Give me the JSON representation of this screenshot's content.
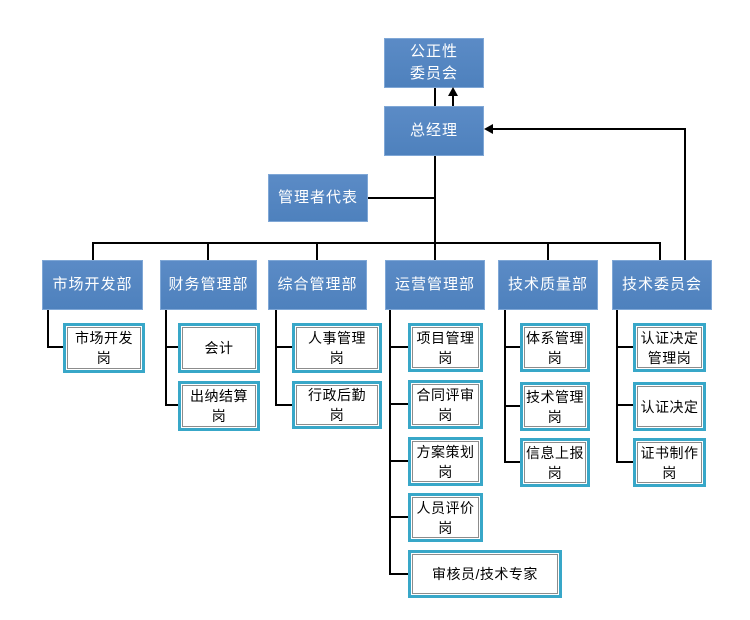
{
  "palette": {
    "node_fill": "#4E81BD",
    "node_fill_light": "#5B8BC6",
    "node_border": "#7FA7D6",
    "node_text": "#FFFFFF",
    "sub_border": "#38A7C8",
    "sub_inner_border": "#8C8C8C",
    "sub_fill": "#FFFFFF",
    "sub_text": "#000000",
    "line": "#000000",
    "background": "#FFFFFF"
  },
  "org": {
    "impartiality": {
      "label": "公正性\n委员会"
    },
    "general_manager": {
      "label": "总经理"
    },
    "management_rep": {
      "label": "管理者代表"
    },
    "departments": [
      {
        "label": "市场开发部",
        "children": [
          {
            "label": "市场开发\n岗"
          }
        ]
      },
      {
        "label": "财务管理部",
        "children": [
          {
            "label": "会计"
          },
          {
            "label": "出纳结算\n岗"
          }
        ]
      },
      {
        "label": "综合管理部",
        "children": [
          {
            "label": "人事管理\n岗"
          },
          {
            "label": "行政后勤\n岗"
          }
        ]
      },
      {
        "label": "运营管理部",
        "children": [
          {
            "label": "项目管理\n岗"
          },
          {
            "label": "合同评审\n岗"
          },
          {
            "label": "方案策划\n岗"
          },
          {
            "label": "人员评价\n岗"
          },
          {
            "label": "审核员/技术专家"
          }
        ]
      },
      {
        "label": "技术质量部",
        "children": [
          {
            "label": "体系管理\n岗"
          },
          {
            "label": "技术管理\n岗"
          },
          {
            "label": "信息上报\n岗"
          }
        ]
      },
      {
        "label": "技术委员会",
        "children": [
          {
            "label": "认证决定\n管理岗"
          },
          {
            "label": "认证决定"
          },
          {
            "label": "证书制作\n岗"
          }
        ]
      }
    ]
  }
}
